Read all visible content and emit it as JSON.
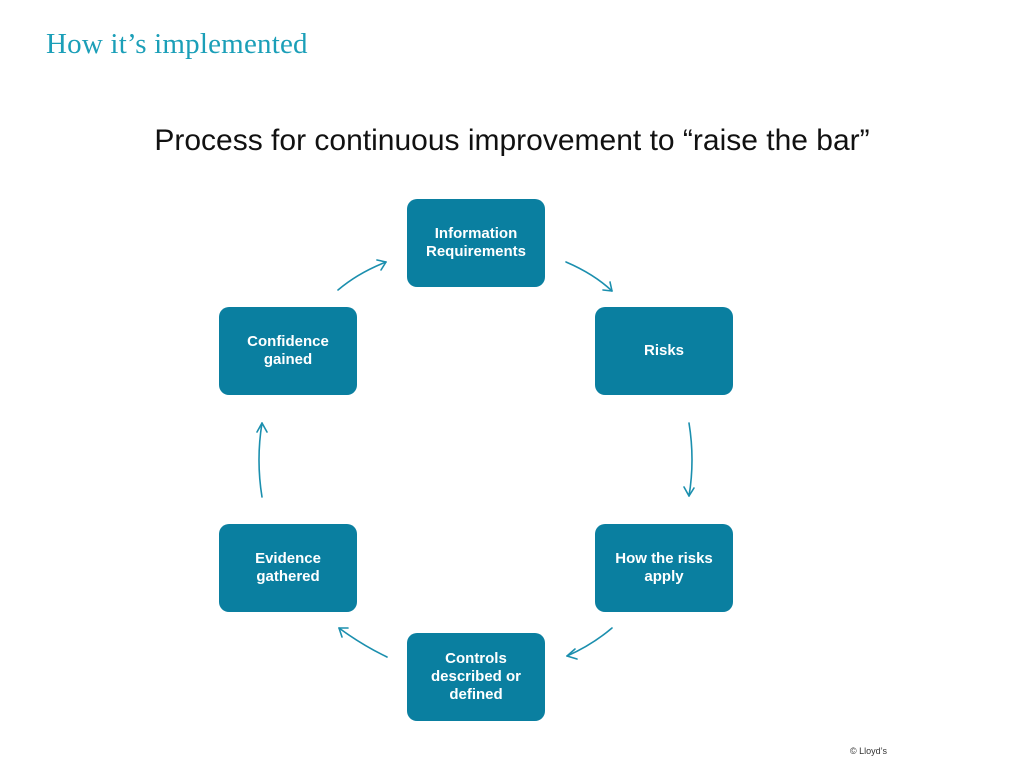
{
  "slide": {
    "title": "How it’s implemented",
    "subtitle": "Process for continuous improvement to “raise the bar”",
    "copyright": "© Lloyd’s"
  },
  "cycle": {
    "nodes": [
      {
        "label": "Information\nRequirements"
      },
      {
        "label": "Risks"
      },
      {
        "label": "How the risks\napply"
      },
      {
        "label": "Controls\ndescribed or\ndefined"
      },
      {
        "label": "Evidence\ngathered"
      },
      {
        "label": "Confidence\ngained"
      }
    ],
    "arrow_direction": "clockwise"
  },
  "colors": {
    "node_fill": "#0a7fa0",
    "title": "#1b9fb8",
    "arrow": "#1b8fae"
  }
}
